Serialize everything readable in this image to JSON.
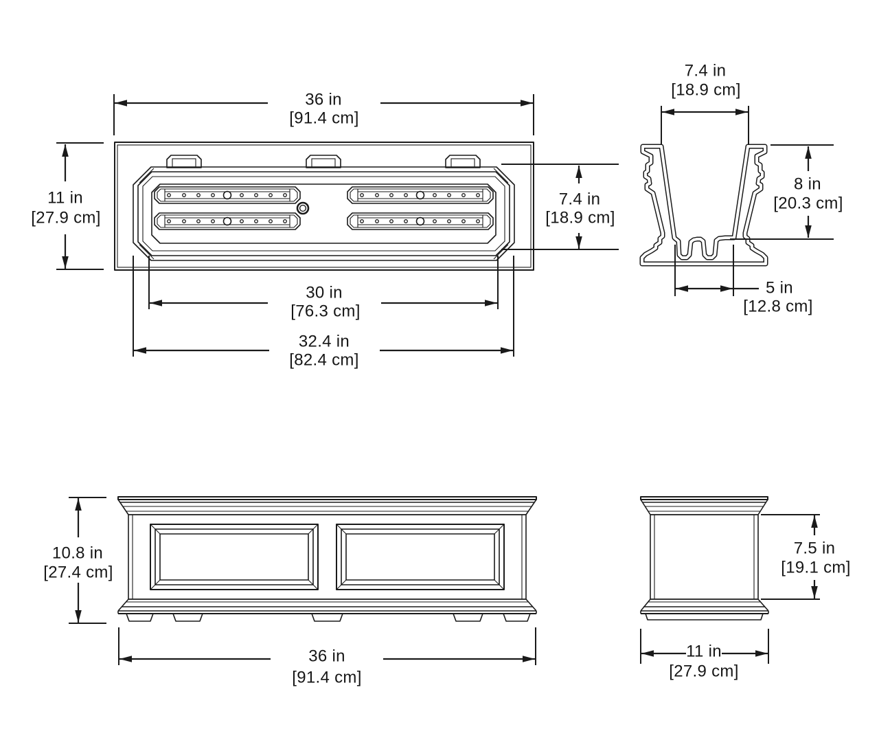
{
  "figure": {
    "title": "Window box planter dimension drawing",
    "ink_color": "#1a1a1a",
    "background_color": "#ffffff",
    "views": {
      "top": {
        "overall_width": {
          "inches": "36 in",
          "metric": "[91.4 cm]"
        },
        "overall_depth": {
          "inches": "11 in",
          "metric": "[27.9 cm]"
        },
        "inner_depth": {
          "inches": "7.4 in",
          "metric": "[18.9 cm]"
        },
        "inner_width": {
          "inches": "30 in",
          "metric": "[76.3 cm]"
        },
        "liner_width": {
          "inches": "32.4 in",
          "metric": "[82.4 cm]"
        }
      },
      "section": {
        "opening_width": {
          "inches": "7.4 in",
          "metric": "[18.9 cm]"
        },
        "inner_height": {
          "inches": "8 in",
          "metric": "[20.3 cm]"
        },
        "base_width": {
          "inches": "5 in",
          "metric": "[12.8 cm]"
        }
      },
      "front": {
        "overall_height": {
          "inches": "10.8 in",
          "metric": "[27.4 cm]"
        },
        "overall_width": {
          "inches": "36 in",
          "metric": "[91.4 cm]"
        }
      },
      "side": {
        "body_height": {
          "inches": "7.5 in",
          "metric": "[19.1 cm]"
        },
        "overall_depth": {
          "inches": "11 in",
          "metric": "[27.9 cm]"
        }
      }
    }
  }
}
